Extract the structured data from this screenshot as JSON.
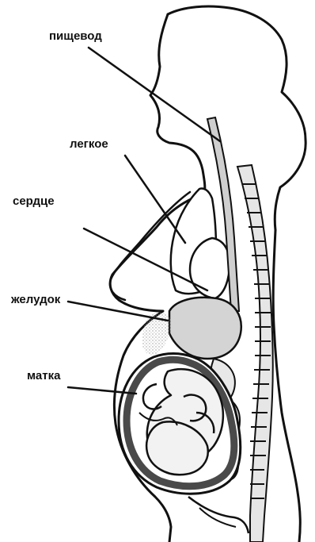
{
  "labels": {
    "esophagus": "пищевод",
    "lung": "легкое",
    "heart": "сердце",
    "stomach": "желудок",
    "uterus": "матка"
  },
  "colors": {
    "outline": "#111111",
    "organ_fill": "#cfcfcf",
    "spine_fill": "#e6e6e6",
    "uterus_wall": "#4a4a4a",
    "stipple": "#bdbdbd"
  }
}
